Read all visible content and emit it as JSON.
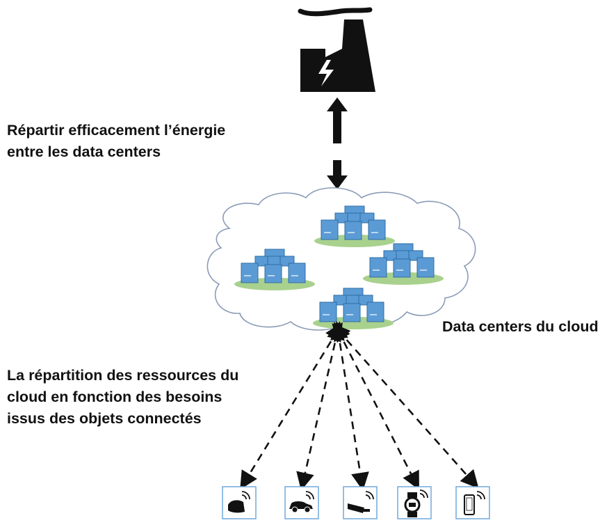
{
  "labels": {
    "energy_distribution": [
      "Répartir efficacement l’énergie",
      "entre les data centers"
    ],
    "cloud_data_centers": "Data centers du cloud",
    "resource_allocation": [
      "La répartition des ressources du",
      "cloud en fonction des besoins",
      "issus des objets connectés"
    ]
  },
  "icons": {
    "power_plant": "power-plant-icon",
    "data_center_clusters": [
      "server-cluster-icon",
      "server-cluster-icon",
      "server-cluster-icon",
      "server-cluster-icon"
    ],
    "devices": [
      "vr-headset-icon",
      "connected-car-icon",
      "security-camera-icon",
      "smartwatch-icon",
      "smartphone-icon"
    ]
  },
  "colors": {
    "foreground": "#111111",
    "cloud_outline": "#8a9bb8",
    "server_fill": "#5b9bd5",
    "server_stroke": "#2e6da4",
    "ground_fill": "#a9d18e",
    "device_frame": "#6fa8dc"
  }
}
